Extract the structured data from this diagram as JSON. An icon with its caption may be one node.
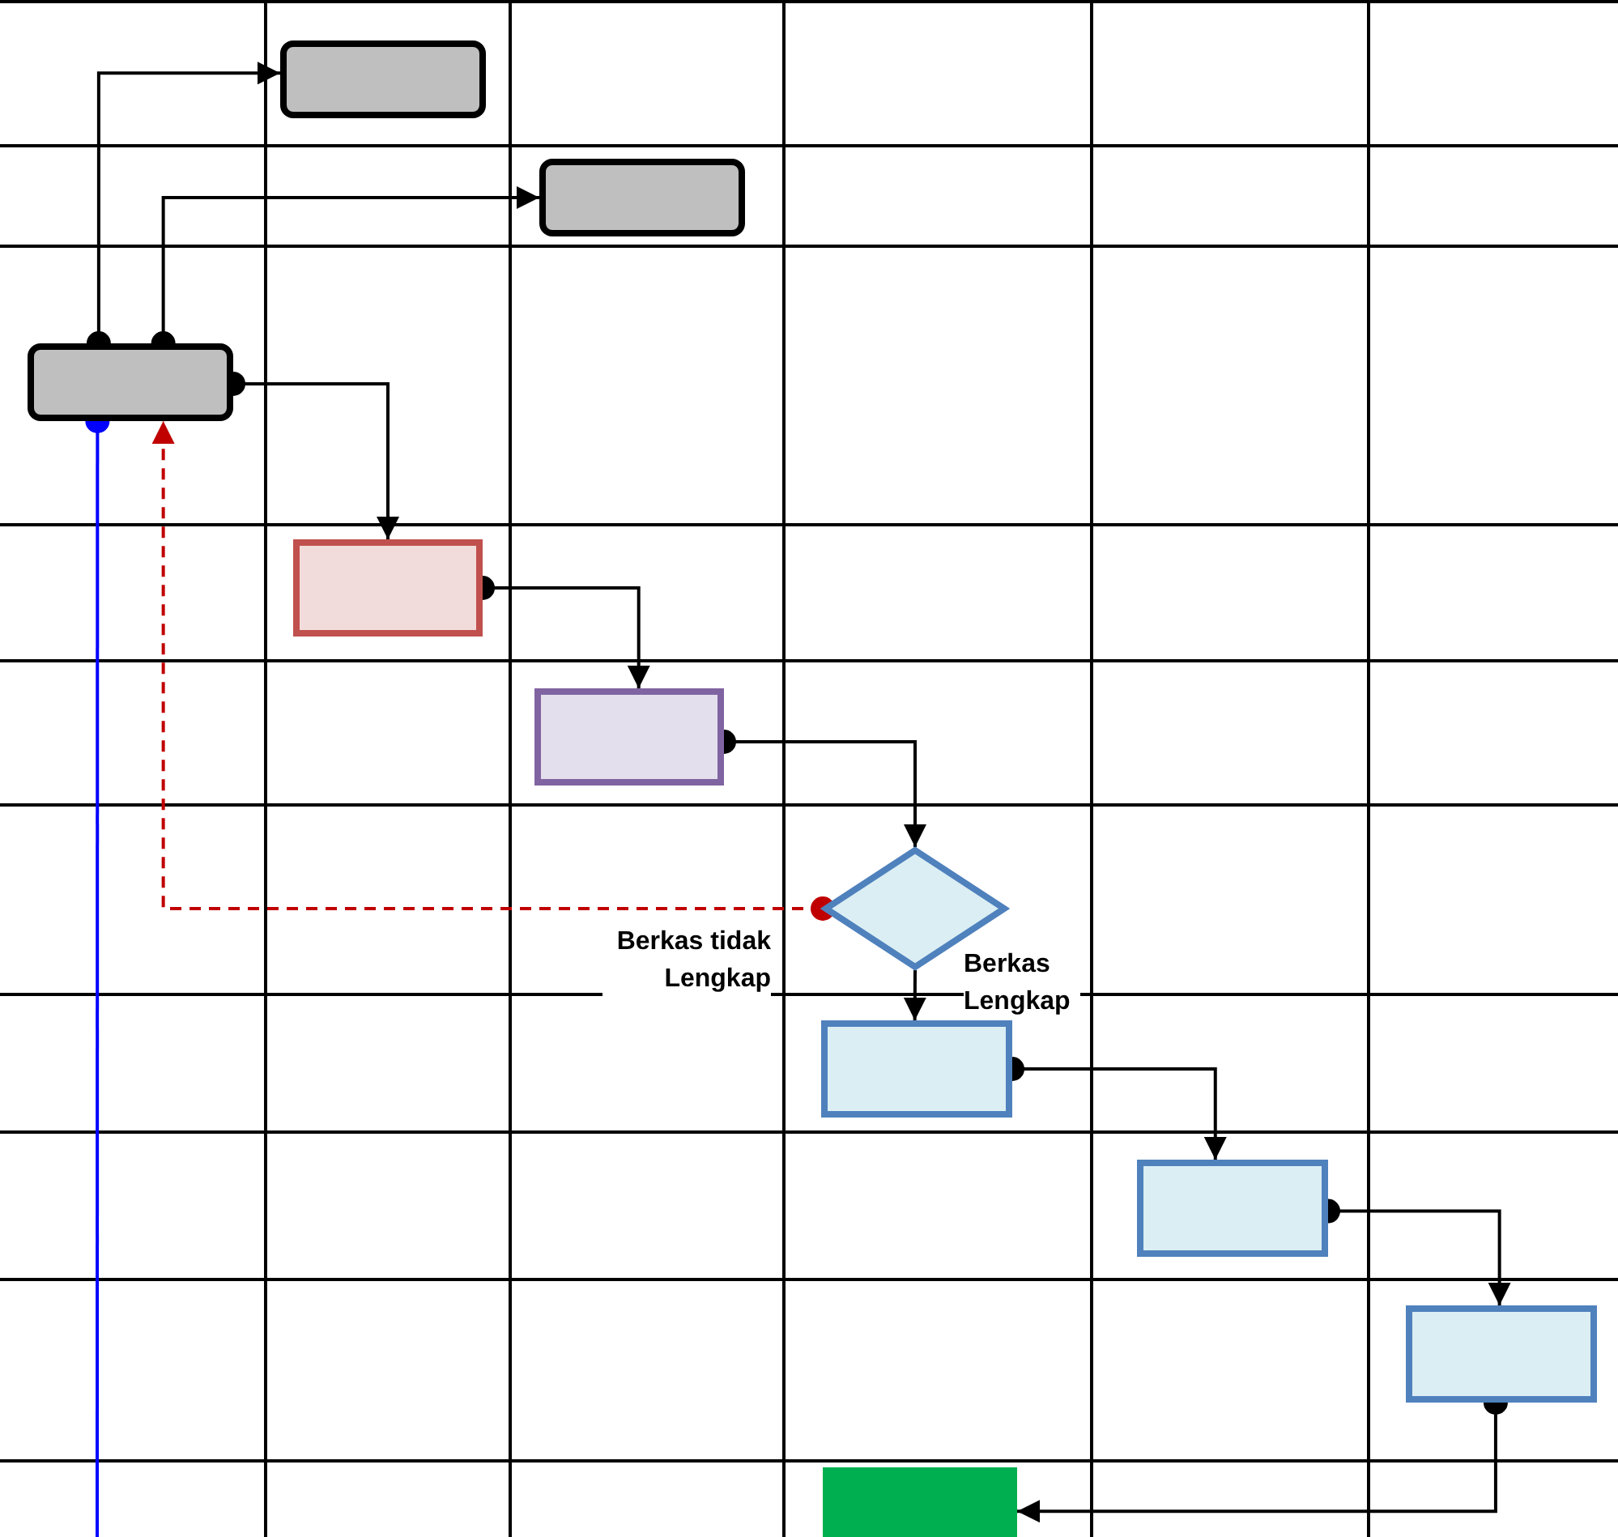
{
  "diagram": {
    "nodes": [
      {
        "text": [],
        "shape": "box"
      },
      {
        "text": [],
        "shape": "box"
      },
      {
        "text": [],
        "shape": "box"
      },
      {
        "text": [],
        "shape": "box"
      },
      {
        "text": [],
        "shape": "box"
      },
      {
        "text": [],
        "shape": "diamond"
      },
      {
        "text": [],
        "shape": "box"
      },
      {
        "text": [],
        "shape": "box"
      },
      {
        "text": [],
        "shape": "box"
      },
      {
        "text": [],
        "shape": "box"
      }
    ],
    "edges": [
      {
        "from": 2,
        "to": 0,
        "arrow": "to"
      },
      {
        "from": 2,
        "to": 1,
        "arrow": "to"
      },
      {
        "from": 2,
        "to": 3,
        "arrow": "to"
      },
      {
        "from": 3,
        "to": 4,
        "arrow": "to"
      },
      {
        "from": 4,
        "to": 5,
        "arrow": "to"
      },
      {
        "from": 5,
        "to": 6,
        "arrow": "to",
        "label": "Berkas Lengkap"
      },
      {
        "from": 6,
        "to": 7,
        "arrow": "to"
      },
      {
        "from": 7,
        "to": 8,
        "arrow": "to"
      },
      {
        "from": 8,
        "to": 9,
        "arrow": "to"
      },
      {
        "from": 5,
        "to": 2,
        "arrow": "to",
        "label": "Berkas tidak Lengkap",
        "style": "dashed",
        "color": "#c00000"
      },
      {
        "from": 2,
        "to": null,
        "arrow": "other",
        "color": "#0000ff"
      }
    ]
  }
}
